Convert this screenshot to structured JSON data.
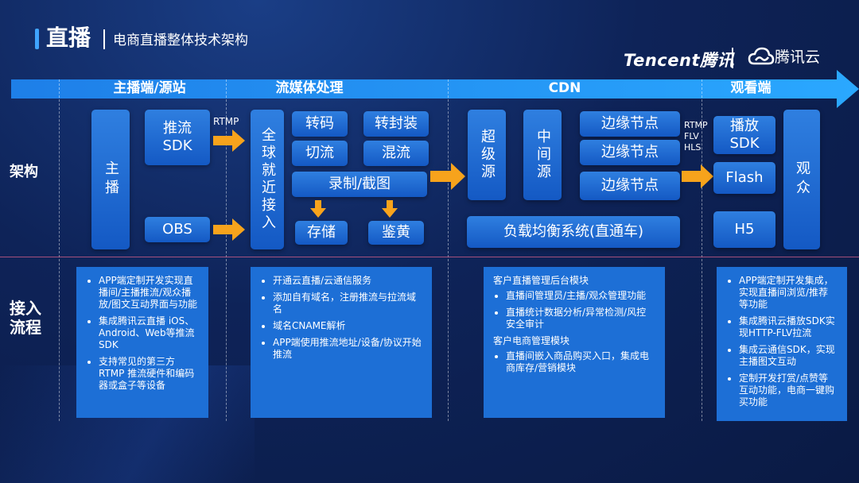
{
  "header": {
    "title": "直播",
    "subtitle": "电商直播整体技术架构",
    "brand_tencent": "Tencent腾讯",
    "brand_cloud": "腾讯云"
  },
  "stages": [
    "主播端/源站",
    "流媒体处理",
    "CDN",
    "观看端"
  ],
  "row_labels": {
    "arch": "架构",
    "access_line1": "接入",
    "access_line2": "流程"
  },
  "arch": {
    "anchor": "主播",
    "push_sdk": "推流SDK",
    "obs": "OBS",
    "rtmp": "RTMP",
    "global_access": "全球就近接入",
    "transcode": "转码",
    "repackage": "转封装",
    "slice": "切流",
    "mix": "混流",
    "record": "录制/截图",
    "storage": "存储",
    "moderation": "鉴黄",
    "super_origin": "超级源",
    "mid_origin": "中间源",
    "edge1": "边缘节点",
    "edge2": "边缘节点",
    "edge3": "边缘节点",
    "lb": "负载均衡系统(直通车)",
    "proto1": "RTMP",
    "proto2": "FLV",
    "proto3": "HLS",
    "player_sdk": "播放SDK",
    "flash": "Flash",
    "h5": "H5",
    "audience": "观众"
  },
  "notes": {
    "col1": [
      "APP端定制开发实现直播间/主播推流/观众播放/图文互动界面与功能",
      "集成腾讯云直播 iOS、Android、Web等推流SDK",
      "支持常见的第三方RTMP 推流硬件和编码器或盒子等设备"
    ],
    "col2": [
      "开通云直播/云通信服务",
      "添加自有域名，注册推流与拉流域名",
      "域名CNAME解析",
      "APP端使用推流地址/设备/协议开始推流"
    ],
    "col3": {
      "h1": "客户直播管理后台模块",
      "items1": [
        "直播间管理员/主播/观众管理功能",
        "直播统计数据分析/异常检测/风控安全审计"
      ],
      "h2": "客户电商管理模块",
      "items2": [
        "直播间嵌入商品购买入口，集成电商库存/营销模块"
      ]
    },
    "col4": [
      "APP端定制开发集成，实现直播间浏览/推荐等功能",
      "集成腾讯云播放SDK实现HTTP-FLV拉流",
      "集成云通信SDK，实现主播图文互动",
      "定制开发打赏/点赞等互动功能，电商一键购买功能"
    ]
  },
  "colors": {
    "accent": "#3fa4ff",
    "block": "#1a66cf",
    "arrow": "#f7a31c",
    "note": "#1d6fd6"
  }
}
